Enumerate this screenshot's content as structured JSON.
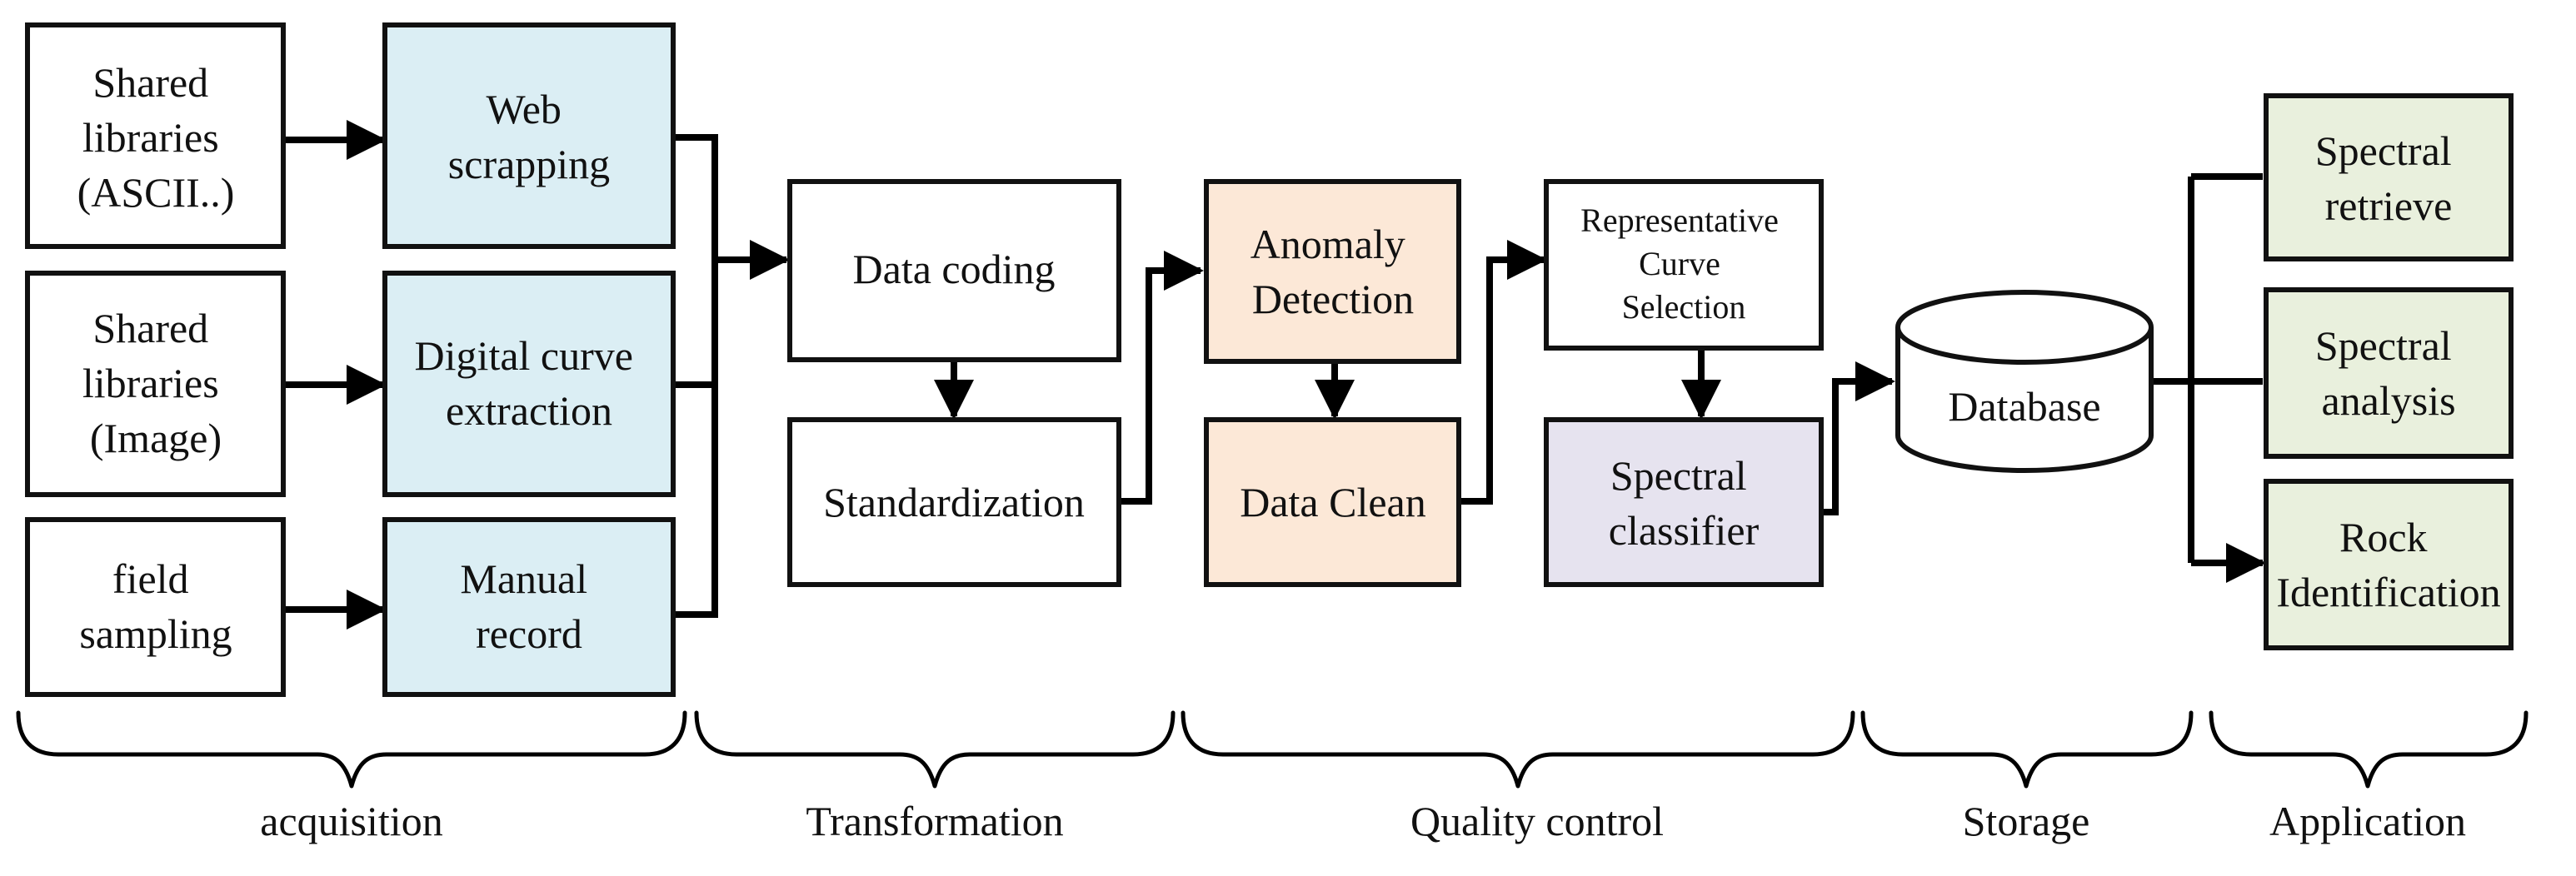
{
  "colors": {
    "white": "#ffffff",
    "blue": "#dbeef4",
    "peach": "#fce8d7",
    "lavender": "#e6e3ef",
    "green": "#e9f0dd",
    "stroke": "#111111"
  },
  "nodes": {
    "shared_ascii": [
      "Shared",
      "libraries",
      "(ASCII..)"
    ],
    "shared_image": [
      "Shared",
      "libraries",
      "(Image)"
    ],
    "field_sampling": [
      "field",
      "sampling"
    ],
    "web_scrapping": [
      "Web",
      "scrapping"
    ],
    "digital_curve": [
      "Digital curve",
      "extraction"
    ],
    "manual_record": [
      "Manual",
      "record"
    ],
    "data_coding": [
      "Data coding"
    ],
    "standardization": [
      "Standardization"
    ],
    "anomaly_detection": [
      "Anomaly",
      "Detection"
    ],
    "data_clean": [
      "Data Clean"
    ],
    "representative_curve": [
      "Representative",
      "Curve",
      "Selection"
    ],
    "spectral_classifier": [
      "Spectral",
      "classifier"
    ],
    "database": [
      "Database"
    ],
    "spectral_retrieve": [
      "Spectral",
      "retrieve"
    ],
    "spectral_analysis": [
      "Spectral",
      "analysis"
    ],
    "rock_identification": [
      "Rock",
      "Identification"
    ]
  },
  "stages": {
    "acquisition": "acquisition",
    "transformation": "Transformation",
    "quality_control": "Quality control",
    "storage": "Storage",
    "application": "Application"
  }
}
